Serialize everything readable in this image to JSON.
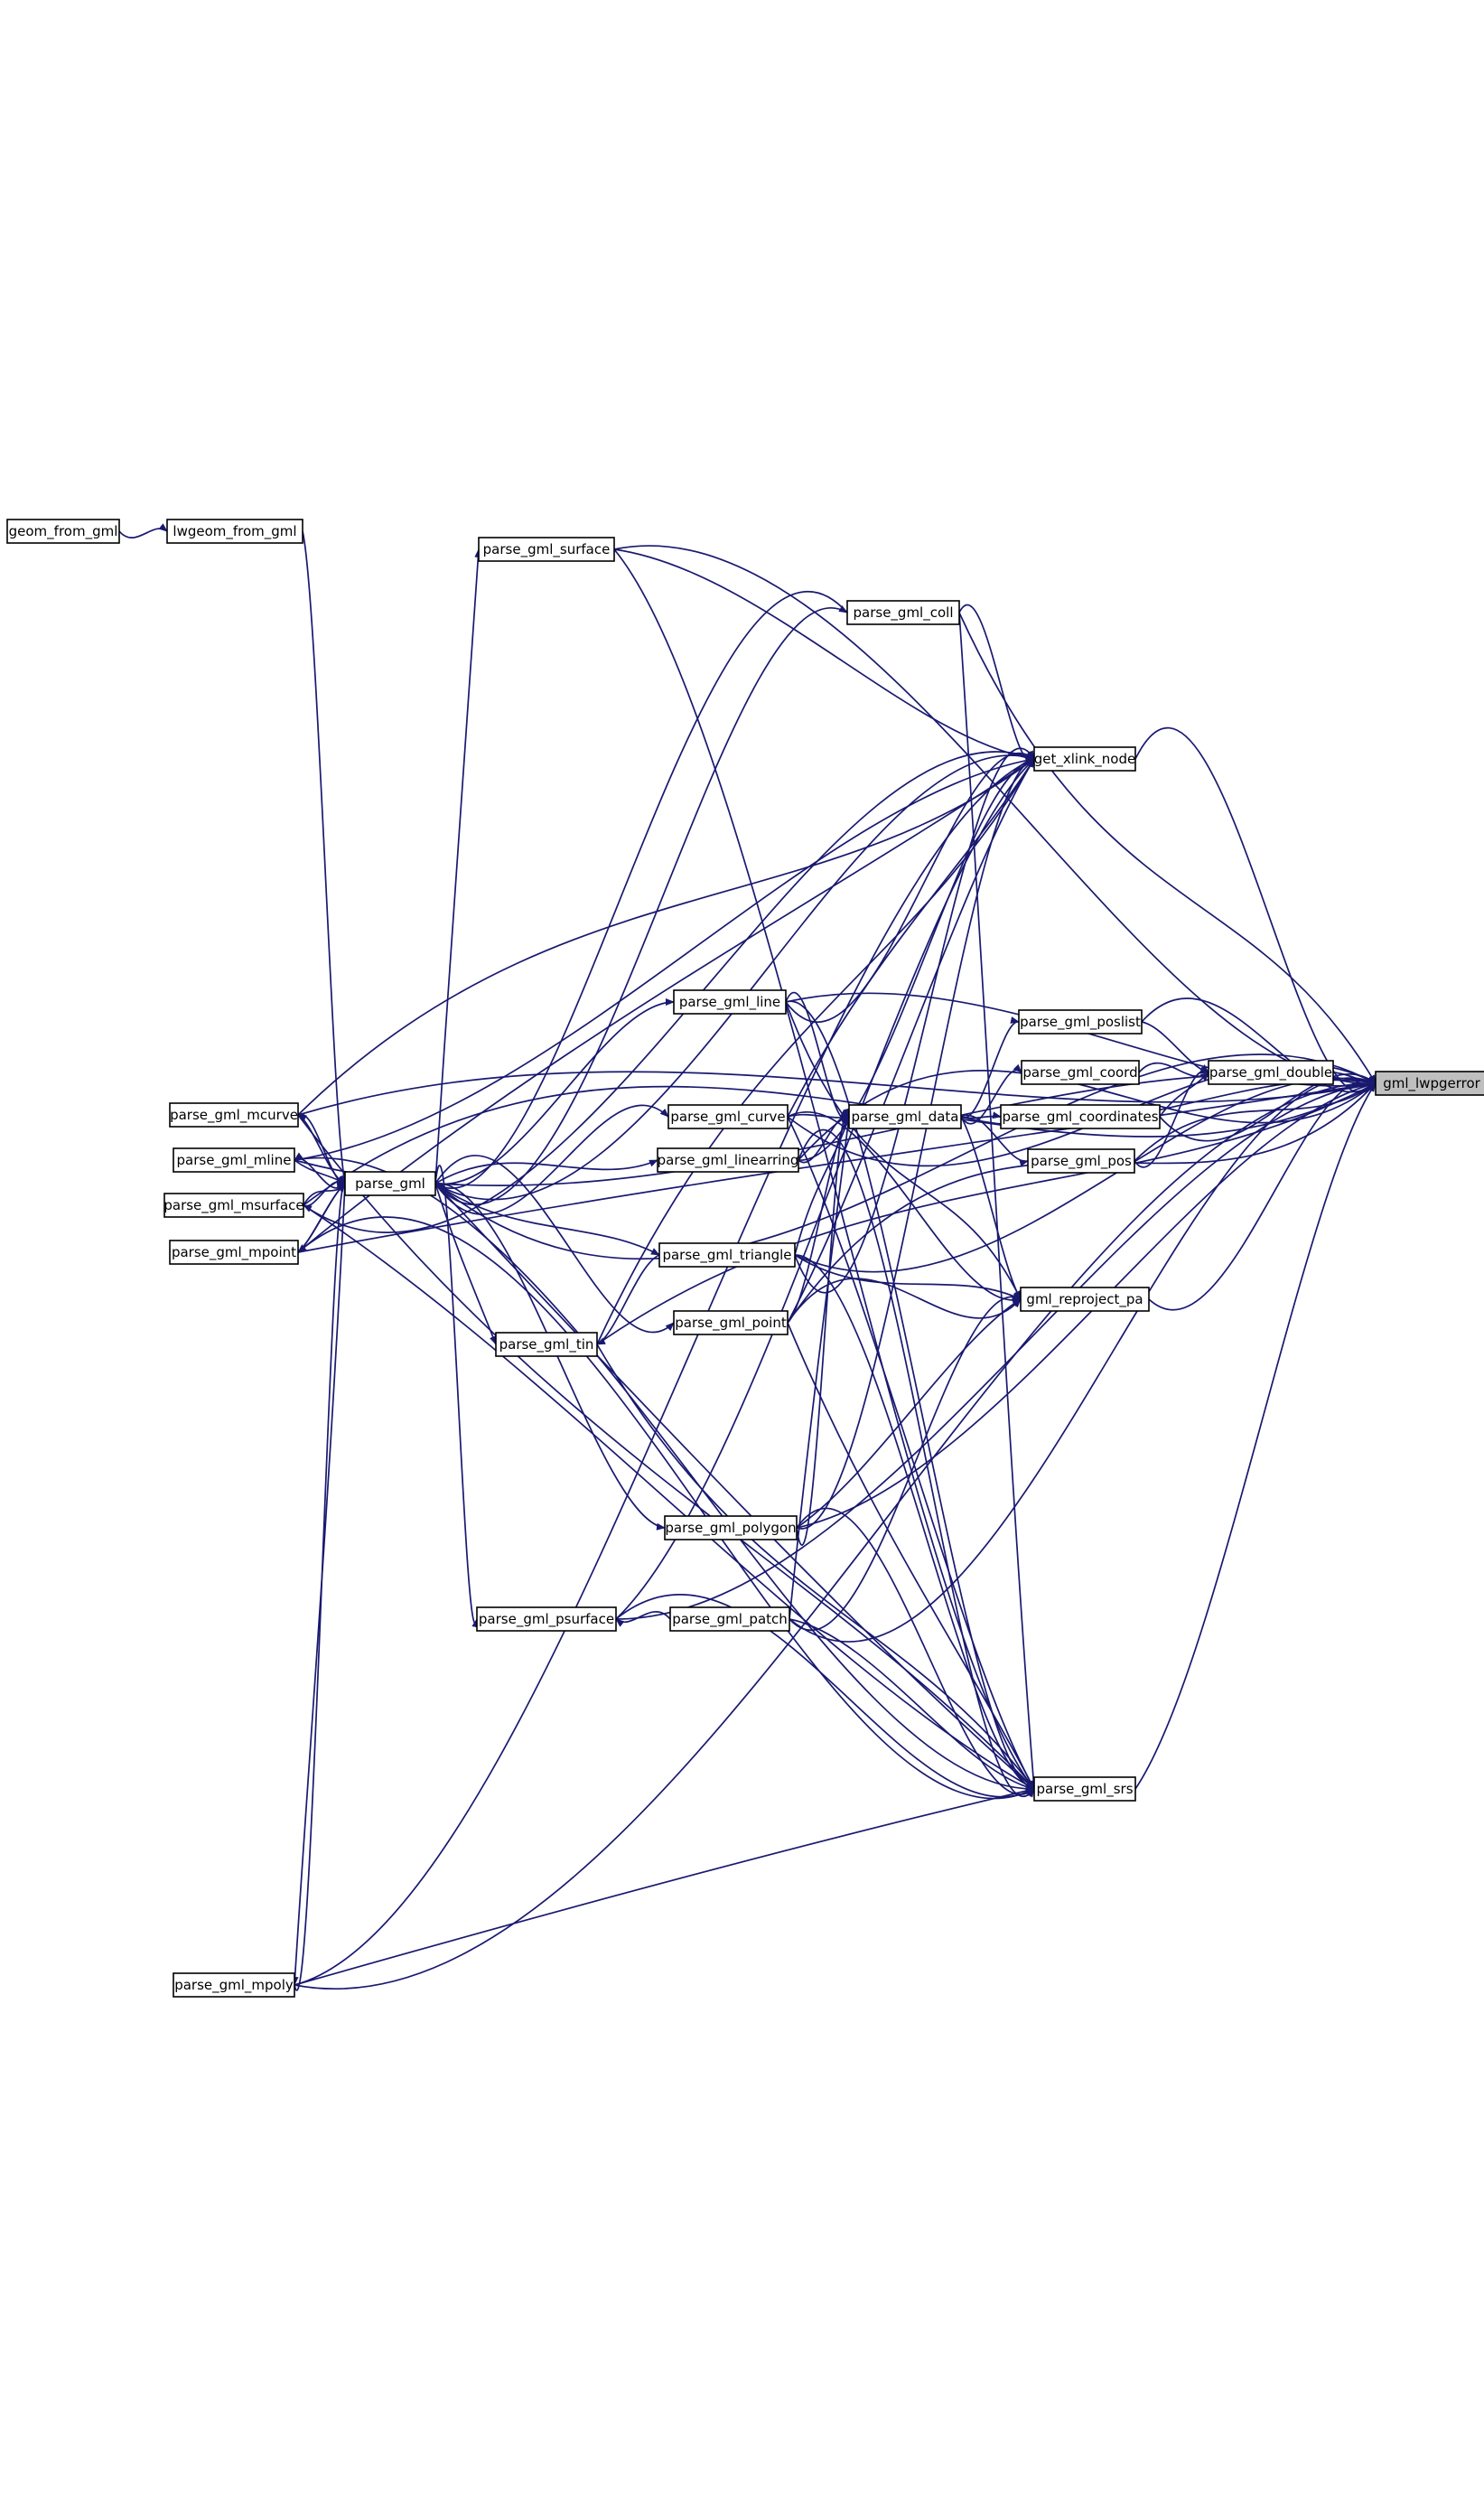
{
  "diagram": {
    "type": "doxygen-caller-graph",
    "edge_color": "#191970",
    "node_fill": "#ffffff",
    "focus_fill": "#bfbfbf",
    "nodes": [
      {
        "id": "gml_lwpgerror",
        "label": "gml_lwpgerror",
        "focus": true
      },
      {
        "id": "get_xlink_node",
        "label": "get_xlink_node"
      },
      {
        "id": "parse_gml_srs",
        "label": "parse_gml_srs"
      },
      {
        "id": "gml_reproject_pa",
        "label": "gml_reproject_pa"
      },
      {
        "id": "parse_gml_poslist",
        "label": "parse_gml_poslist"
      },
      {
        "id": "parse_gml_double",
        "label": "parse_gml_double"
      },
      {
        "id": "parse_gml_coord",
        "label": "parse_gml_coord"
      },
      {
        "id": "parse_gml_coordinates",
        "label": "parse_gml_coordinates"
      },
      {
        "id": "parse_gml_pos",
        "label": "parse_gml_pos"
      },
      {
        "id": "parse_gml_data",
        "label": "parse_gml_data"
      },
      {
        "id": "parse_gml_coll",
        "label": "parse_gml_coll"
      },
      {
        "id": "parse_gml_surface",
        "label": "parse_gml_surface"
      },
      {
        "id": "parse_gml_line",
        "label": "parse_gml_line"
      },
      {
        "id": "parse_gml_curve",
        "label": "parse_gml_curve"
      },
      {
        "id": "parse_gml_linearring",
        "label": "parse_gml_linearring"
      },
      {
        "id": "parse_gml_triangle",
        "label": "parse_gml_triangle"
      },
      {
        "id": "parse_gml_point",
        "label": "parse_gml_point"
      },
      {
        "id": "parse_gml_polygon",
        "label": "parse_gml_polygon"
      },
      {
        "id": "parse_gml_patch",
        "label": "parse_gml_patch"
      },
      {
        "id": "parse_gml_tin",
        "label": "parse_gml_tin"
      },
      {
        "id": "parse_gml_psurface",
        "label": "parse_gml_psurface"
      },
      {
        "id": "parse_gml",
        "label": "parse_gml"
      },
      {
        "id": "parse_gml_mcurve",
        "label": "parse_gml_mcurve"
      },
      {
        "id": "parse_gml_mline",
        "label": "parse_gml_mline"
      },
      {
        "id": "parse_gml_msurface",
        "label": "parse_gml_msurface"
      },
      {
        "id": "parse_gml_mpoint",
        "label": "parse_gml_mpoint"
      },
      {
        "id": "parse_gml_mpoly",
        "label": "parse_gml_mpoly"
      },
      {
        "id": "lwgeom_from_gml",
        "label": "lwgeom_from_gml"
      },
      {
        "id": "geom_from_gml",
        "label": "geom_from_gml"
      }
    ],
    "edges": [
      [
        "get_xlink_node",
        "gml_lwpgerror"
      ],
      [
        "parse_gml_srs",
        "gml_lwpgerror"
      ],
      [
        "gml_reproject_pa",
        "gml_lwpgerror"
      ],
      [
        "parse_gml_poslist",
        "gml_lwpgerror"
      ],
      [
        "parse_gml_double",
        "gml_lwpgerror"
      ],
      [
        "parse_gml_coordinates",
        "gml_lwpgerror"
      ],
      [
        "parse_gml_pos",
        "gml_lwpgerror"
      ],
      [
        "parse_gml_data",
        "gml_lwpgerror"
      ],
      [
        "parse_gml_coll",
        "gml_lwpgerror"
      ],
      [
        "parse_gml_surface",
        "gml_lwpgerror"
      ],
      [
        "parse_gml_triangle",
        "gml_lwpgerror"
      ],
      [
        "parse_gml_point",
        "gml_lwpgerror"
      ],
      [
        "parse_gml_line",
        "gml_lwpgerror"
      ],
      [
        "parse_gml_curve",
        "gml_lwpgerror"
      ],
      [
        "parse_gml_linearring",
        "gml_lwpgerror"
      ],
      [
        "parse_gml_polygon",
        "gml_lwpgerror"
      ],
      [
        "parse_gml_patch",
        "gml_lwpgerror"
      ],
      [
        "parse_gml_tin",
        "gml_lwpgerror"
      ],
      [
        "parse_gml_psurface",
        "gml_lwpgerror"
      ],
      [
        "parse_gml",
        "gml_lwpgerror"
      ],
      [
        "parse_gml_mcurve",
        "gml_lwpgerror"
      ],
      [
        "parse_gml_mline",
        "gml_lwpgerror"
      ],
      [
        "parse_gml_msurface",
        "gml_lwpgerror"
      ],
      [
        "parse_gml_mpoint",
        "gml_lwpgerror"
      ],
      [
        "parse_gml_mpoly",
        "gml_lwpgerror"
      ],
      [
        "parse_gml_coord",
        "parse_gml_double"
      ],
      [
        "parse_gml_poslist",
        "parse_gml_double"
      ],
      [
        "parse_gml_pos",
        "parse_gml_double"
      ],
      [
        "parse_gml_coordinates",
        "parse_gml_double"
      ],
      [
        "parse_gml_data",
        "parse_gml_coordinates"
      ],
      [
        "parse_gml_data",
        "parse_gml_coord"
      ],
      [
        "parse_gml_data",
        "parse_gml_pos"
      ],
      [
        "parse_gml_data",
        "parse_gml_poslist"
      ],
      [
        "parse_gml_line",
        "parse_gml_data"
      ],
      [
        "parse_gml_curve",
        "parse_gml_data"
      ],
      [
        "parse_gml_linearring",
        "parse_gml_data"
      ],
      [
        "parse_gml_triangle",
        "parse_gml_data"
      ],
      [
        "parse_gml_point",
        "parse_gml_data"
      ],
      [
        "parse_gml_polygon",
        "parse_gml_data"
      ],
      [
        "parse_gml_patch",
        "parse_gml_data"
      ],
      [
        "parse_gml_data",
        "gml_reproject_pa"
      ],
      [
        "parse_gml_line",
        "gml_reproject_pa"
      ],
      [
        "parse_gml_curve",
        "gml_reproject_pa"
      ],
      [
        "parse_gml_triangle",
        "gml_reproject_pa"
      ],
      [
        "parse_gml_point",
        "gml_reproject_pa"
      ],
      [
        "parse_gml_polygon",
        "gml_reproject_pa"
      ],
      [
        "parse_gml_patch",
        "gml_reproject_pa"
      ],
      [
        "parse_gml_coll",
        "get_xlink_node"
      ],
      [
        "parse_gml_surface",
        "get_xlink_node"
      ],
      [
        "parse_gml_line",
        "get_xlink_node"
      ],
      [
        "parse_gml_curve",
        "get_xlink_node"
      ],
      [
        "parse_gml_linearring",
        "get_xlink_node"
      ],
      [
        "parse_gml_triangle",
        "get_xlink_node"
      ],
      [
        "parse_gml_point",
        "get_xlink_node"
      ],
      [
        "parse_gml_polygon",
        "get_xlink_node"
      ],
      [
        "parse_gml_tin",
        "get_xlink_node"
      ],
      [
        "parse_gml_psurface",
        "get_xlink_node"
      ],
      [
        "parse_gml",
        "get_xlink_node"
      ],
      [
        "parse_gml_mcurve",
        "get_xlink_node"
      ],
      [
        "parse_gml_mline",
        "get_xlink_node"
      ],
      [
        "parse_gml_msurface",
        "get_xlink_node"
      ],
      [
        "parse_gml_mpoint",
        "get_xlink_node"
      ],
      [
        "parse_gml_mpoly",
        "get_xlink_node"
      ],
      [
        "parse_gml_coll",
        "parse_gml_srs"
      ],
      [
        "parse_gml_line",
        "parse_gml_srs"
      ],
      [
        "parse_gml_curve",
        "parse_gml_srs"
      ],
      [
        "parse_gml_linearring",
        "parse_gml_srs"
      ],
      [
        "parse_gml_triangle",
        "parse_gml_srs"
      ],
      [
        "parse_gml_point",
        "parse_gml_srs"
      ],
      [
        "parse_gml_polygon",
        "parse_gml_srs"
      ],
      [
        "parse_gml_patch",
        "parse_gml_srs"
      ],
      [
        "parse_gml_tin",
        "parse_gml_srs"
      ],
      [
        "parse_gml_psurface",
        "parse_gml_srs"
      ],
      [
        "parse_gml_surface",
        "parse_gml_srs"
      ],
      [
        "parse_gml_mcurve",
        "parse_gml_srs"
      ],
      [
        "parse_gml_mline",
        "parse_gml_srs"
      ],
      [
        "parse_gml_msurface",
        "parse_gml_srs"
      ],
      [
        "parse_gml_mpoint",
        "parse_gml_srs"
      ],
      [
        "parse_gml_mpoly",
        "parse_gml_srs"
      ],
      [
        "parse_gml",
        "parse_gml_srs"
      ],
      [
        "parse_gml_patch",
        "parse_gml_psurface"
      ],
      [
        "parse_gml_triangle",
        "parse_gml_tin"
      ],
      [
        "parse_gml",
        "parse_gml_coll"
      ],
      [
        "parse_gml",
        "parse_gml_surface"
      ],
      [
        "parse_gml",
        "parse_gml_line"
      ],
      [
        "parse_gml",
        "parse_gml_curve"
      ],
      [
        "parse_gml",
        "parse_gml_linearring"
      ],
      [
        "parse_gml",
        "parse_gml_triangle"
      ],
      [
        "parse_gml",
        "parse_gml_point"
      ],
      [
        "parse_gml",
        "parse_gml_polygon"
      ],
      [
        "parse_gml",
        "parse_gml_tin"
      ],
      [
        "parse_gml",
        "parse_gml_psurface"
      ],
      [
        "parse_gml",
        "parse_gml_mcurve"
      ],
      [
        "parse_gml",
        "parse_gml_mline"
      ],
      [
        "parse_gml",
        "parse_gml_msurface"
      ],
      [
        "parse_gml",
        "parse_gml_mpoint"
      ],
      [
        "parse_gml",
        "parse_gml_mpoly"
      ],
      [
        "parse_gml_mcurve",
        "parse_gml"
      ],
      [
        "parse_gml_mline",
        "parse_gml"
      ],
      [
        "parse_gml_msurface",
        "parse_gml"
      ],
      [
        "parse_gml_mpoint",
        "parse_gml"
      ],
      [
        "parse_gml_mpoly",
        "parse_gml"
      ],
      [
        "parse_gml_coll",
        "parse_gml"
      ],
      [
        "lwgeom_from_gml",
        "parse_gml"
      ],
      [
        "geom_from_gml",
        "lwgeom_from_gml"
      ]
    ]
  }
}
